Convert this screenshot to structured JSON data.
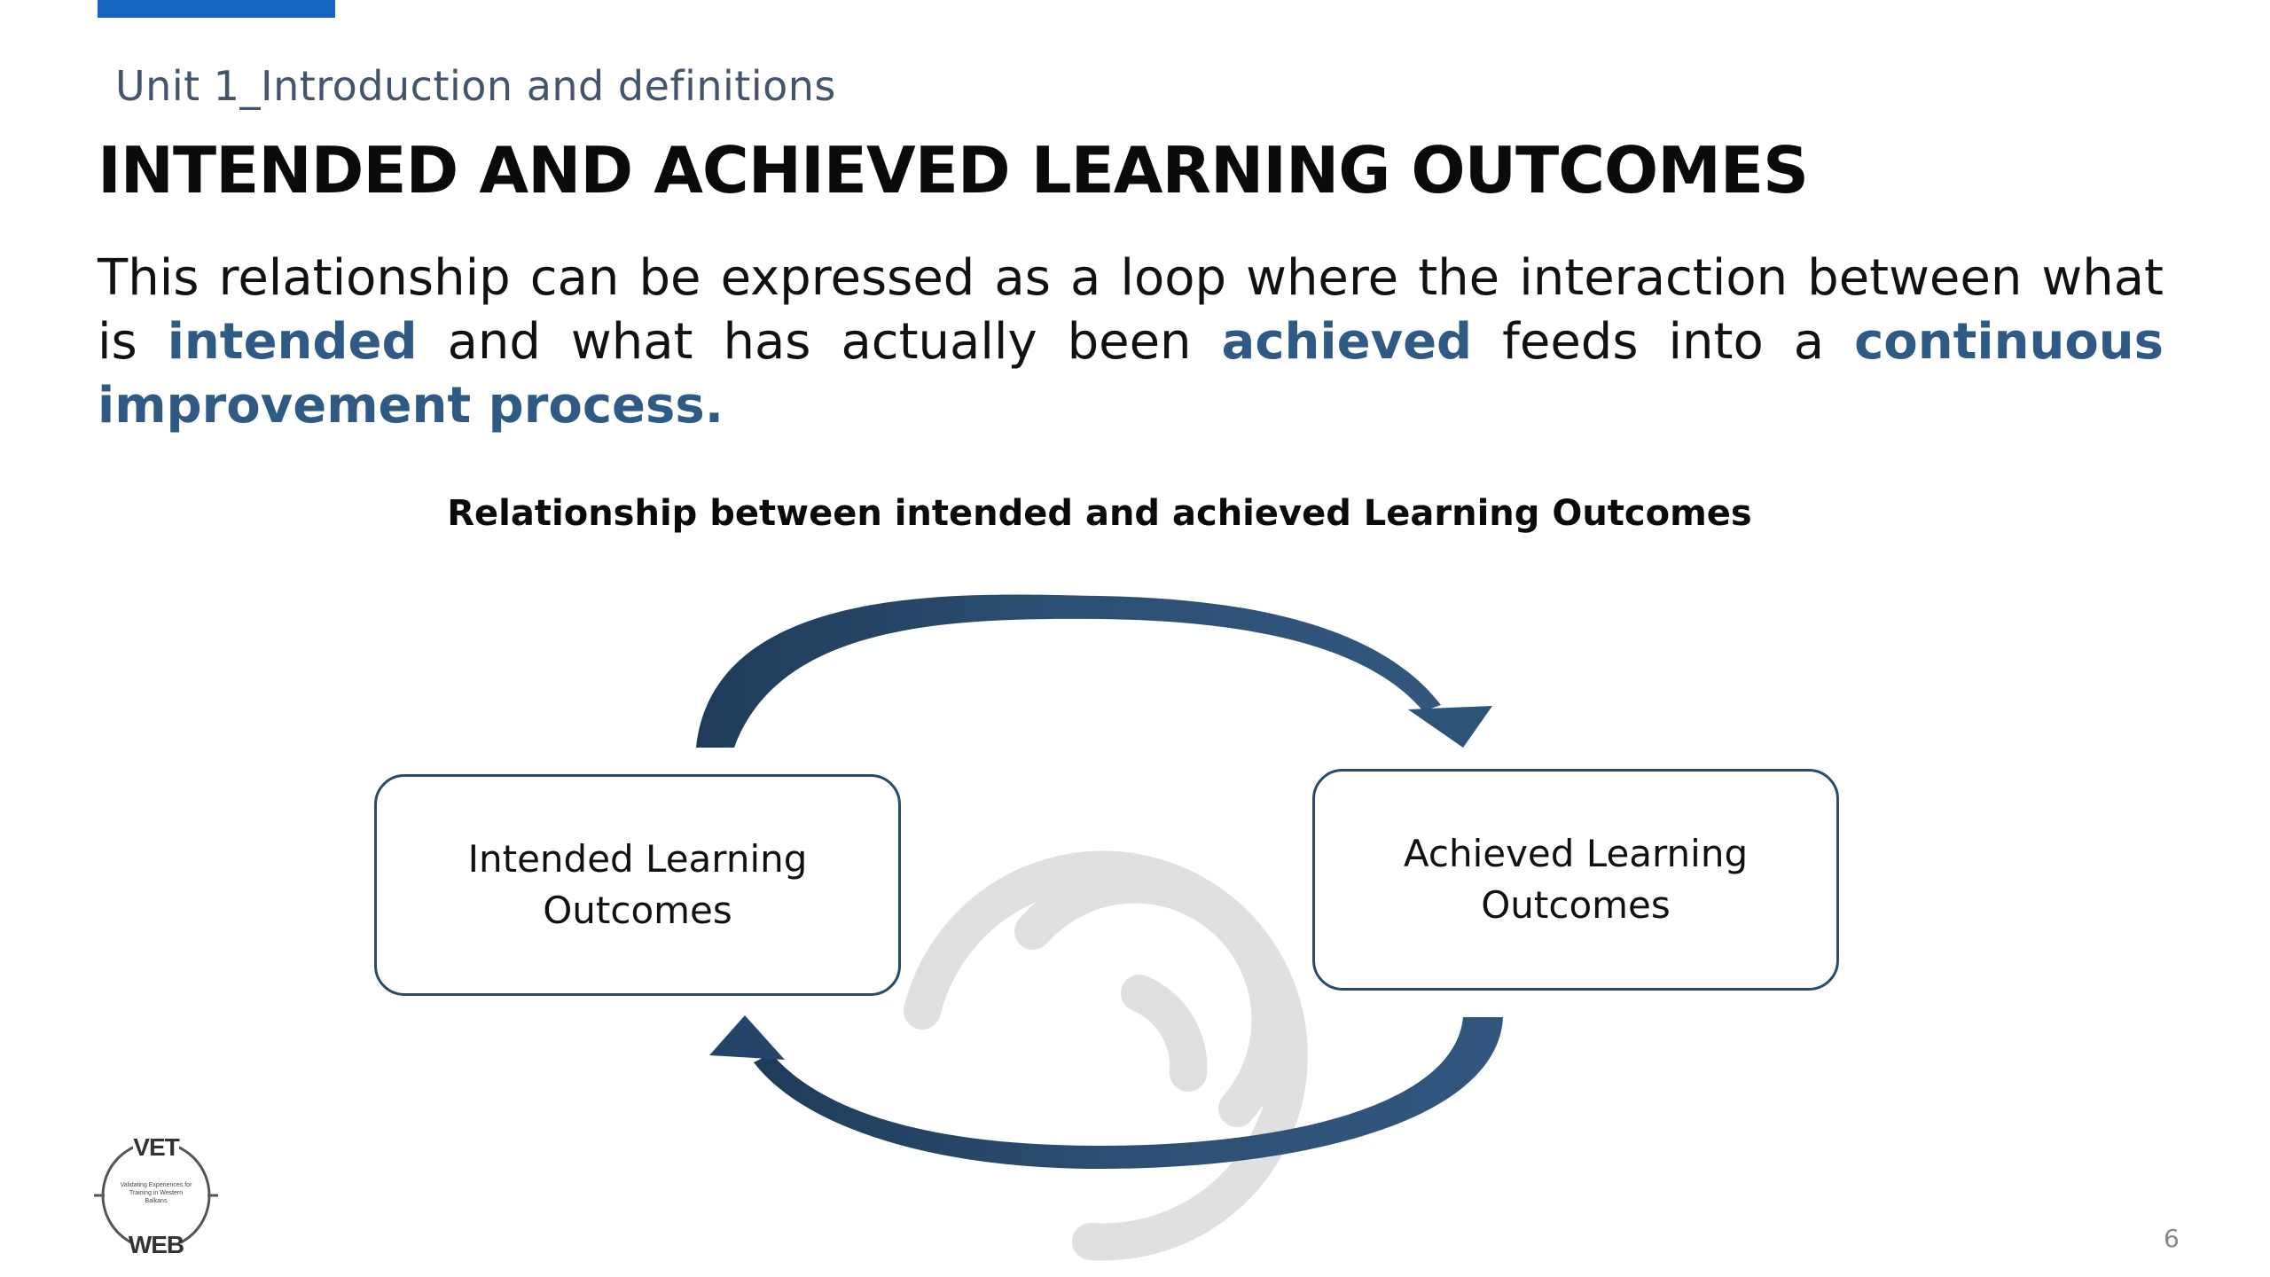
{
  "slide": {
    "unit_label": "Unit 1_Introduction and definitions",
    "title": "INTENDED AND ACHIEVED LEARNING OUTCOMES",
    "body": {
      "part1": "This relationship can be expressed as a loop where the interaction between what is ",
      "highlight1": "intended",
      "part2": " and what has actually been ",
      "highlight2": "achieved",
      "part3": " feeds into a ",
      "highlight3": "continuous improvement process."
    },
    "page_number": "6"
  },
  "diagram": {
    "title": "Relationship between intended and achieved Learning Outcomes",
    "boxes": [
      {
        "label_line1": "Intended Learning",
        "label_line2": "Outcomes"
      },
      {
        "label_line1": "Achieved Learning",
        "label_line2": "Outcomes"
      }
    ]
  },
  "logo": {
    "top_text": "VET",
    "bottom_text": "WEB",
    "tagline": "Validating Experiences for Training in Western Balkans"
  },
  "colors": {
    "accent_bar": "#1565c0",
    "highlight_text": "#2f5a86",
    "arrow": "#2c4a68",
    "box_border": "#2c4a68",
    "watermark": "#dcdcdc"
  }
}
